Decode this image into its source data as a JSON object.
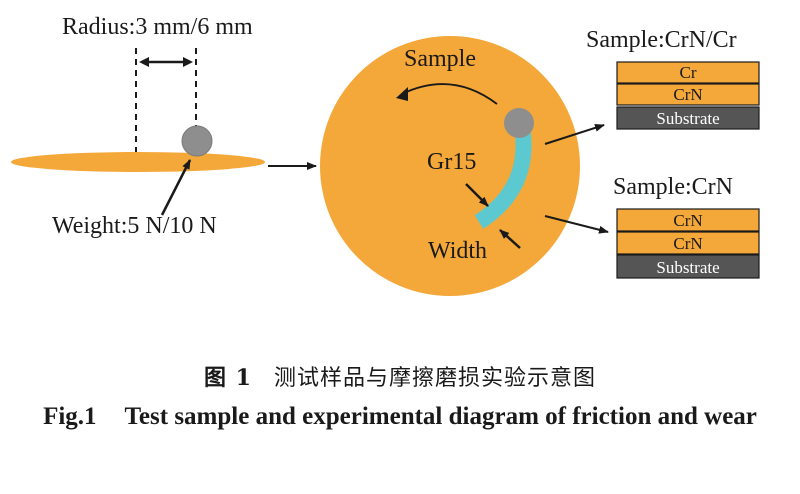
{
  "colors": {
    "sample_orange": "#F4A83A",
    "ball_gray": "#8E8E8E",
    "track_cyan": "#5CC8D0",
    "substrate_dark": "#555555",
    "line_black": "#1a1a1a"
  },
  "labels": {
    "radius": "Radius:3 mm/6 mm",
    "weight": "Weight:5 N/10 N",
    "sample": "Sample",
    "ball": "Gr15",
    "width": "Width"
  },
  "stacks": {
    "top": {
      "title": "Sample:CrN/Cr",
      "layers": [
        "Cr",
        "CrN",
        "Substrate"
      ]
    },
    "bottom": {
      "title": "Sample:CrN",
      "layers": [
        "CrN",
        "CrN",
        "Substrate"
      ]
    }
  },
  "caption": {
    "cn_number": "图 1",
    "cn_text": "测试样品与摩擦磨损实验示意图",
    "en_number": "Fig.1",
    "en_text": "Test sample and experimental diagram of friction and wear"
  }
}
